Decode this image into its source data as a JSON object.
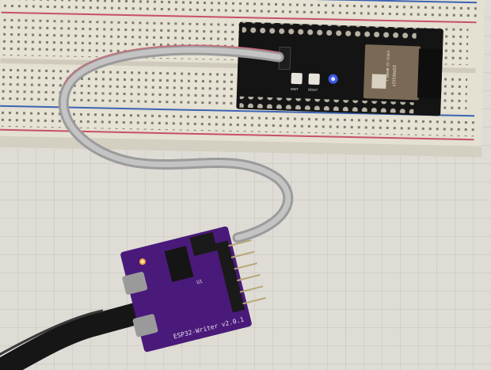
{
  "scene": {
    "dev_board": {
      "module_brand": "ESPRESSIF",
      "module_model": "ESP32-S3-WROOM-1",
      "boot_label": "BOOT",
      "reset_label": "RESET"
    },
    "writer_board": {
      "silkscreen_title": "ESP32-Writer v2.0.1",
      "chip_label": "U1"
    },
    "colors": {
      "paper": "#dcdad3",
      "breadboard": "#e4e0d2",
      "rail_red": "#c8506a",
      "rail_blue": "#3c64b4",
      "pcb_purple": "#4a1a7a",
      "dev_board_black": "#141414",
      "ribbon_gray": "#a8a8a8"
    }
  }
}
